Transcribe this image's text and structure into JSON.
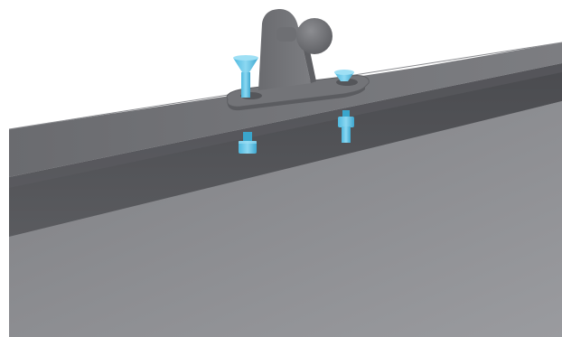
{
  "scene": {
    "subject": "cad-render-ball-mount-bracket-on-rail",
    "colors": {
      "background": "#ffffff",
      "rail_top": "#6f7074",
      "rail_front_top": "#4e4f53",
      "rail_front_mid": "#5c5d61",
      "panel": "#8e8f93",
      "bracket": "#737478",
      "bracket_dark": "#5f6064",
      "fastener": "#5cc4e6",
      "fastener_dark": "#3aa6cc",
      "fastener_light": "#9fe0f5"
    },
    "parts": [
      {
        "name": "ball-mount-bracket",
        "kind": "bracket"
      },
      {
        "name": "countersunk-screw",
        "kind": "fastener",
        "count": 2
      },
      {
        "name": "hex-nut",
        "kind": "fastener",
        "count": 2
      }
    ]
  }
}
